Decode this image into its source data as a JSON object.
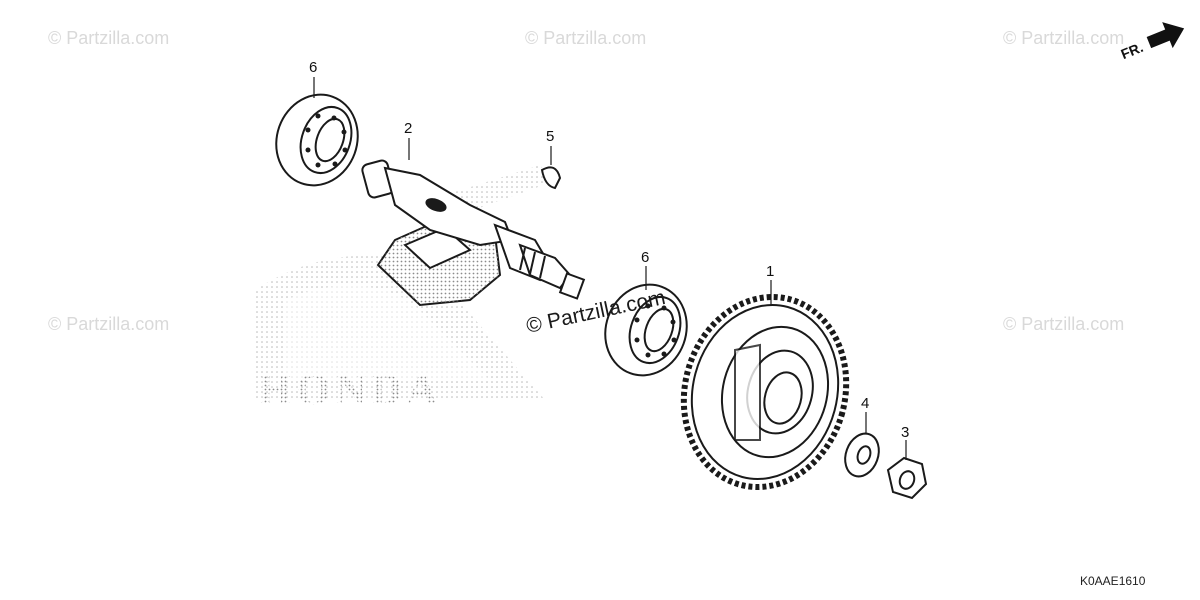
{
  "watermarks": {
    "text": "© Partzilla.com",
    "center_text": "© Partzilla.com"
  },
  "direction_label": "FR.",
  "diagram_code": "K0AAE1610",
  "logo_word": "HONDA",
  "callouts": [
    "6",
    "2",
    "5",
    "6",
    "1",
    "4",
    "3"
  ],
  "colors": {
    "line": "#1a1a1a",
    "watermark": "#d9d9d9",
    "logo_dots": "#8c8c8c"
  }
}
